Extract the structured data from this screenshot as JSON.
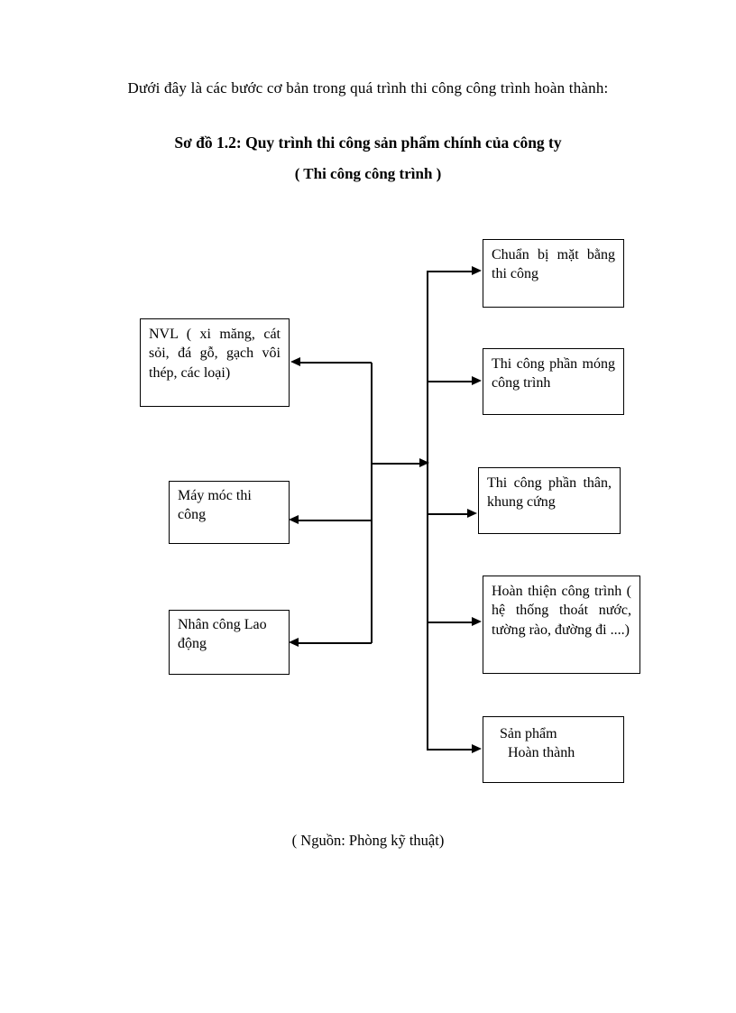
{
  "document": {
    "intro_line": "Dưới đây là các bước cơ bản trong quá trình thi công công trình hoàn thành:",
    "diagram_title": "Sơ đồ 1.2: Quy trình thi công sản phẩm chính của công ty",
    "diagram_subtitle": "( Thi công công trình )",
    "source_note": "( Nguồn: Phòng kỹ thuật)"
  },
  "diagram": {
    "type": "flowchart",
    "orientation": "left-inputs-to-right-process-chain",
    "line_color": "#000000",
    "box_border_color": "#000000",
    "background": "#ffffff",
    "inputs": [
      {
        "id": "nvl",
        "label": "NVL ( xi măng, cát sỏi, đá gỗ, gạch vôi thép, các loại)",
        "lines": [
          "NVL ( xi măng,",
          "cát sỏi, đá gỗ,",
          "gạch vôi thép, các",
          "loại)"
        ],
        "arrow_direction": "left",
        "connects_from": "input-trunk"
      },
      {
        "id": "maymoc",
        "label": "Máy móc thi công",
        "lines": [
          "Máy móc",
          "thi công"
        ],
        "arrow_direction": "left",
        "connects_from": "input-trunk"
      },
      {
        "id": "nhancong",
        "label": "Nhân công Lao động",
        "lines": [
          "Nhân công",
          "Lao động"
        ],
        "arrow_direction": "left",
        "connects_from": "input-trunk"
      }
    ],
    "steps": [
      {
        "id": "chuanbi",
        "order": 1,
        "label": "Chuẩn bị mặt bằng thi công",
        "lines": [
          "Chuẩn bị mặt",
          "bằng thi công"
        ],
        "arrow_direction": "right",
        "connects_from": "process-trunk"
      },
      {
        "id": "mong",
        "order": 2,
        "label": "Thi công phần móng công trình",
        "lines": [
          "Thi công phần",
          "móng công trình"
        ],
        "arrow_direction": "right",
        "connects_from": "process-trunk"
      },
      {
        "id": "than",
        "order": 3,
        "label": "Thi công phần thân, khung cứng",
        "lines": [
          "Thi công phần",
          "thân, khung cứng"
        ],
        "arrow_direction": "right",
        "connects_from": "process-trunk"
      },
      {
        "id": "hoanthien",
        "order": 4,
        "label": "Hoàn thiện công trình ( hệ thống thoát nước, tường rào, đường đi ....)",
        "lines": [
          "Hoàn thiện công",
          "trình ( hệ thống",
          "thoát nước, tường",
          "rào, đường đi ....)"
        ],
        "arrow_direction": "right",
        "connects_from": "process-trunk"
      },
      {
        "id": "sanpham",
        "order": 5,
        "label": "Sản phẩm Hoàn thành",
        "lines": [
          "Sản phẩm",
          "Hoàn thành"
        ],
        "arrow_direction": "right",
        "connects_from": "process-trunk"
      }
    ],
    "trunk_link": {
      "description": "Horizontal arrow from input trunk into the process trunk",
      "arrow_direction": "right"
    }
  }
}
